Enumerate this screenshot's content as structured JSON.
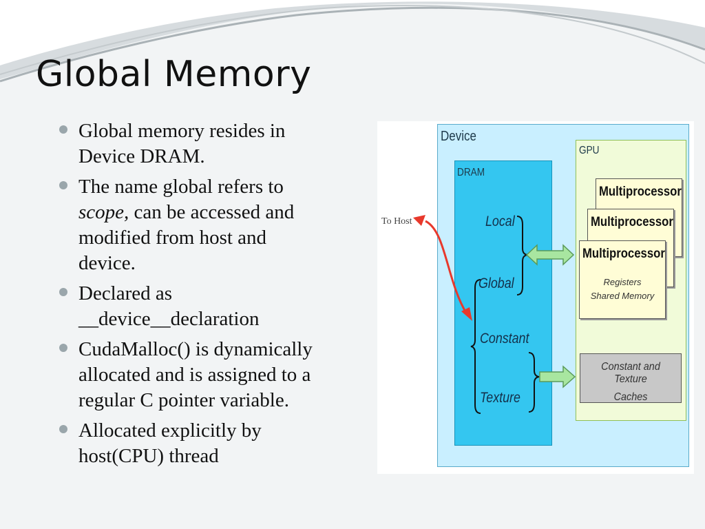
{
  "slide": {
    "title": "Global Memory",
    "bullets": [
      {
        "lines": [
          "Global memory resides in",
          "Device DRAM."
        ]
      },
      {
        "line1": "The name global refers to",
        "scope_em": "scope,",
        "line2_rest": " can be accessed and",
        "line3": "modified from host and",
        "line4": "device."
      },
      {
        "lines": [
          "Declared as",
          "__device__declaration"
        ]
      },
      {
        "lines": [
          "CudaMalloc() is dynamically",
          "allocated and is assigned to a",
          "regular C pointer variable."
        ]
      },
      {
        "lines": [
          "Allocated explicitly by",
          "host(CPU) thread"
        ]
      }
    ]
  },
  "diagram": {
    "device_label": "Device",
    "gpu_label": "GPU",
    "dram_label": "DRAM",
    "dram_items": [
      "Local",
      "Global",
      "Constant",
      "Texture"
    ],
    "multiprocessor_label": "Multiprocessor",
    "registers_label": "Registers",
    "shared_memory_label": "Shared Memory",
    "cache_line1": "Constant and Texture",
    "cache_line2": "Caches",
    "to_host_label": "To Host",
    "colors": {
      "device_bg": "#c9efff",
      "dram_bg": "#34c6f0",
      "gpu_bg": "#f1fbd9",
      "arrow_green": "#a8e6a0",
      "arrow_red": "#e8392c"
    }
  }
}
